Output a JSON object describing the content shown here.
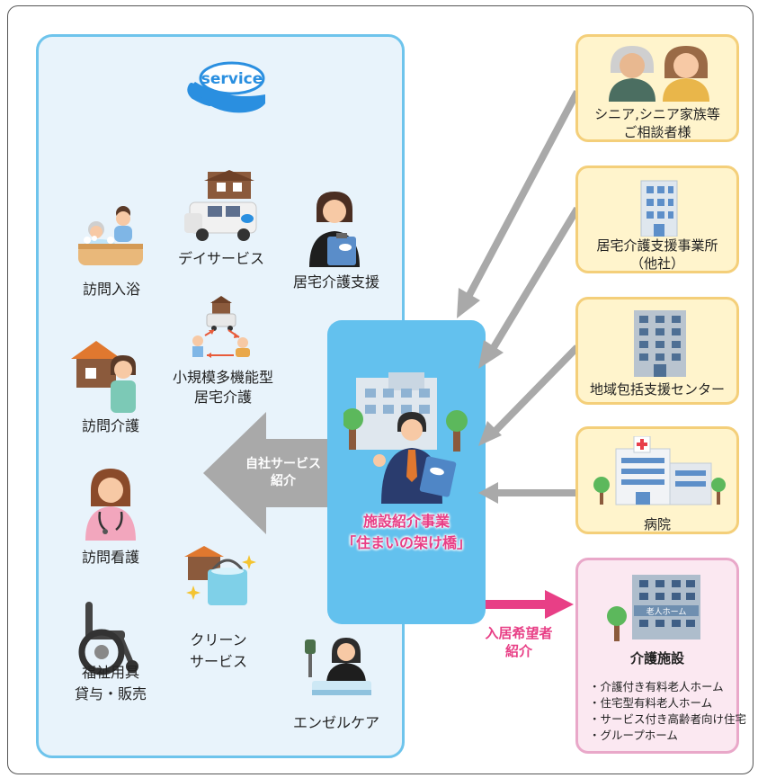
{
  "left_panel": {
    "badge": "service",
    "services": {
      "homon_nyuyoku": "訪問入浴",
      "day_service": "デイサービス",
      "kyotaku_shien": "居宅介護支援",
      "shokibo_line1": "小規模多機能型",
      "shokibo_line2": "居宅介護",
      "homon_kaigo": "訪問介護",
      "homon_kango": "訪問看護",
      "fukushi_line1": "福祉用具",
      "fukushi_line2": "貸与・販売",
      "clean_line1": "クリーン",
      "clean_line2": "サービス",
      "angel_care": "エンゼルケア"
    }
  },
  "gray_arrow": {
    "line1": "自社サービス",
    "line2": "紹介"
  },
  "center": {
    "line1": "施設紹介事業",
    "line2": "「住まいの架け橋」"
  },
  "sources": [
    {
      "line1": "シニア,シニア家族等",
      "line2": "ご相談者様"
    },
    {
      "line1": "居宅介護支援事業所",
      "line2": "（他社）"
    },
    {
      "line1": "地域包括支援センター",
      "line2": ""
    },
    {
      "line1": "病院",
      "line2": ""
    }
  ],
  "pink_arrow": {
    "line1": "入居希望者",
    "line2": "紹介"
  },
  "facility": {
    "sign": "老人ホーム",
    "title": "介護施設",
    "items": [
      "・介護付き有料老人ホーム",
      "・住宅型有料老人ホーム",
      "・サービス付き高齢者向け住宅",
      "・グループホーム"
    ]
  },
  "colors": {
    "panel_border": "#6ec4ec",
    "panel_fill": "#e8f3fb",
    "center_fill": "#63c1ee",
    "accent_pink": "#e83f86",
    "source_fill": "#fff4cc",
    "arrow_gray": "#a9a9a9"
  }
}
